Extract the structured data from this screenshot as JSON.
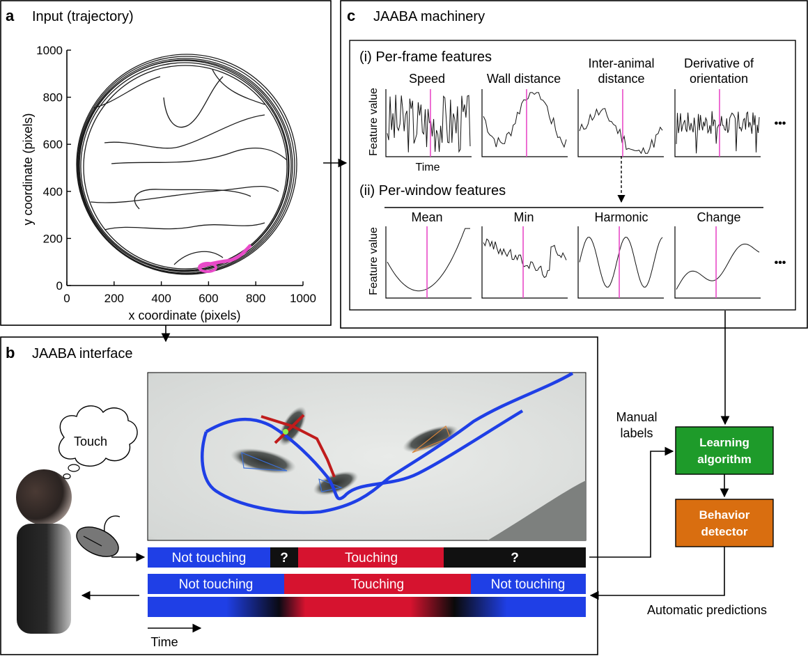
{
  "panel_a": {
    "letter": "a",
    "title": "Input (trajectory)",
    "xlabel": "x coordinate (pixels)",
    "ylabel": "y coordinate (pixels)",
    "xticks": [
      "0",
      "200",
      "400",
      "600",
      "800",
      "1000"
    ],
    "yticks": [
      "0",
      "200",
      "400",
      "600",
      "800",
      "1000"
    ]
  },
  "panel_b": {
    "letter": "b",
    "title": "JAABA interface",
    "thought": "Touch",
    "time_label": "Time",
    "manual_row": [
      "Not touching",
      "?",
      "Touching",
      "?"
    ],
    "predicted_row": [
      "Not touching",
      "Touching",
      "Not touching"
    ]
  },
  "panel_c": {
    "letter": "c",
    "title": "JAABA machinery",
    "perframe_title": "(i) Per-frame features",
    "perwindow_title": "(ii) Per-window features",
    "perframe": [
      "Speed",
      "Wall distance",
      "Inter-animal distance",
      "Derivative of orientation"
    ],
    "perframe_lines": [
      [
        "Speed"
      ],
      [
        "Wall distance"
      ],
      [
        "Inter-animal",
        "distance"
      ],
      [
        "Derivative of",
        "orientation"
      ]
    ],
    "perwindow": [
      "Mean",
      "Min",
      "Harmonic",
      "Change"
    ],
    "ylabel": "Feature value",
    "xlabel": "Time",
    "ellipsis": "•••"
  },
  "flow": {
    "manual_labels_lines": [
      "Manual",
      "labels"
    ],
    "learning_lines": [
      "Learning",
      "algorithm"
    ],
    "detector_lines": [
      "Behavior",
      "detector"
    ],
    "automatic": "Automatic predictions"
  },
  "colors": {
    "blue": "#1f3fe6",
    "red": "#d6132f",
    "black": "#111111",
    "magenta": "#e84ac8",
    "green": "#1e9b2a",
    "orange": "#d96e10"
  }
}
